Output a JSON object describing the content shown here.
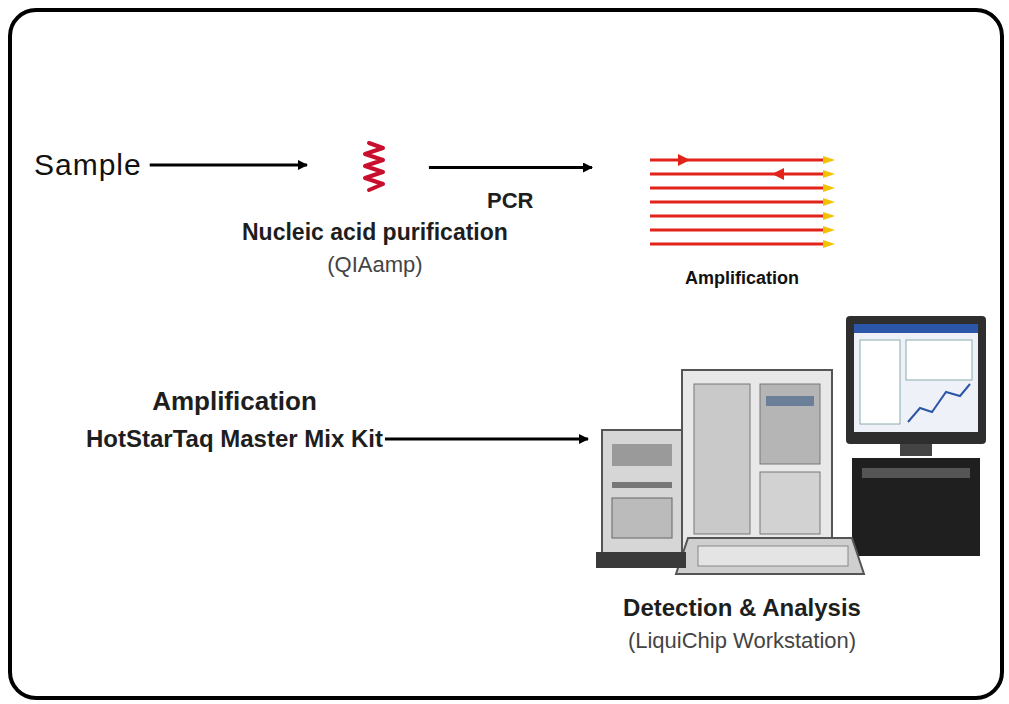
{
  "diagram": {
    "nodes": [
      {
        "text": [
          "Sample"
        ]
      },
      {
        "text": [
          "Nucleic acid purification",
          "(QIAamp)"
        ]
      },
      {
        "text": [
          "Amplification"
        ]
      },
      {
        "text": [
          "Amplification",
          "HotStarTaq Master Mix Kit"
        ]
      },
      {
        "text": [
          "Detection & Analysis",
          "(LiquiChip Workstation)"
        ]
      }
    ],
    "edges": [
      {
        "from": 0,
        "to": 1,
        "arrow": "to"
      },
      {
        "from": 1,
        "to": 2,
        "label": "PCR",
        "arrow": "to"
      },
      {
        "from": 3,
        "to": 4,
        "arrow": "to"
      }
    ]
  }
}
